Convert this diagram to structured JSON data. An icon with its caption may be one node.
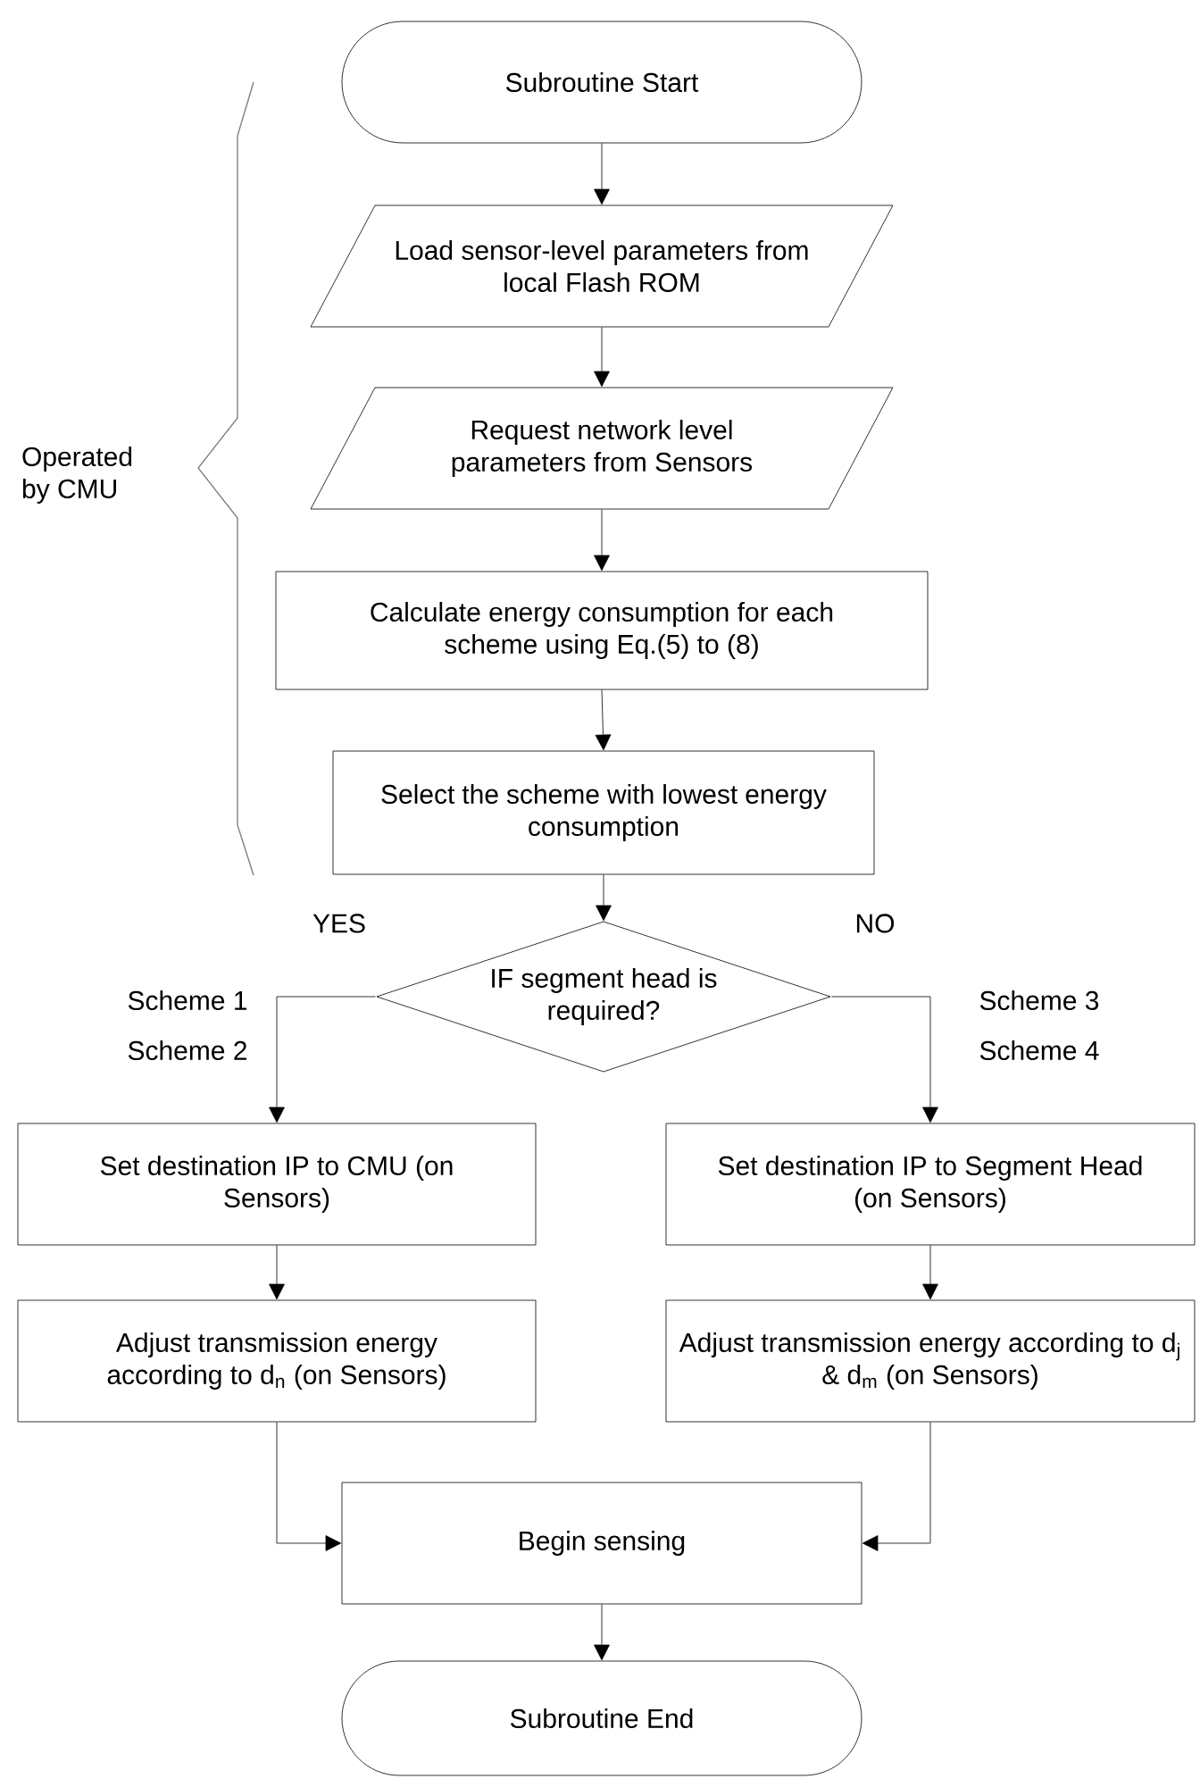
{
  "diagram": {
    "nodes": [
      {
        "text": [
          "Subroutine Start"
        ]
      },
      {
        "text": [
          "Load sensor-level parameters from local Flash ROM"
        ]
      },
      {
        "text": [
          "Request network level parameters from Sensors"
        ]
      },
      {
        "text": [
          "Calculate energy consumption for each scheme using Eq.(5) to (8)"
        ]
      },
      {
        "text": [
          "Select the scheme with lowest energy consumption"
        ]
      },
      {
        "text": [
          "IF segment head is required?"
        ]
      },
      {
        "text": [
          "Set destination IP to CMU (on Sensors)"
        ]
      },
      {
        "text": [
          "Set destination IP to Segment Head (on Sensors)"
        ]
      },
      {
        "text": [
          "Adjust transmission energy according to d$_{n}$ (on Sensors)"
        ]
      },
      {
        "text": [
          "Adjust transmission energy according to d$_{j}$ & d$_{m}$ (on Sensors)"
        ]
      },
      {
        "text": [
          "Begin sensing"
        ]
      },
      {
        "text": [
          "Subroutine End"
        ]
      }
    ],
    "edges": [
      {
        "from": 0,
        "to": 1,
        "arrow": "to"
      },
      {
        "from": 1,
        "to": 2,
        "arrow": "to"
      },
      {
        "from": 2,
        "to": 3,
        "arrow": "to"
      },
      {
        "from": 3,
        "to": 4,
        "arrow": "to"
      },
      {
        "from": 4,
        "to": 5,
        "arrow": "to"
      },
      {
        "from": 5,
        "to": 6,
        "arrow": "to",
        "label": "YES"
      },
      {
        "from": 5,
        "to": 7,
        "arrow": "to",
        "label": "NO"
      },
      {
        "from": 6,
        "to": 8,
        "arrow": "to"
      },
      {
        "from": 7,
        "to": 9,
        "arrow": "to"
      },
      {
        "from": 8,
        "to": 10,
        "arrow": "to"
      },
      {
        "from": 9,
        "to": 10,
        "arrow": "to"
      },
      {
        "from": 10,
        "to": 11,
        "arrow": "to"
      }
    ],
    "labels": [
      "Operated by CMU",
      "Scheme 1",
      "Scheme 2",
      "Scheme 3",
      "Scheme 4"
    ]
  }
}
